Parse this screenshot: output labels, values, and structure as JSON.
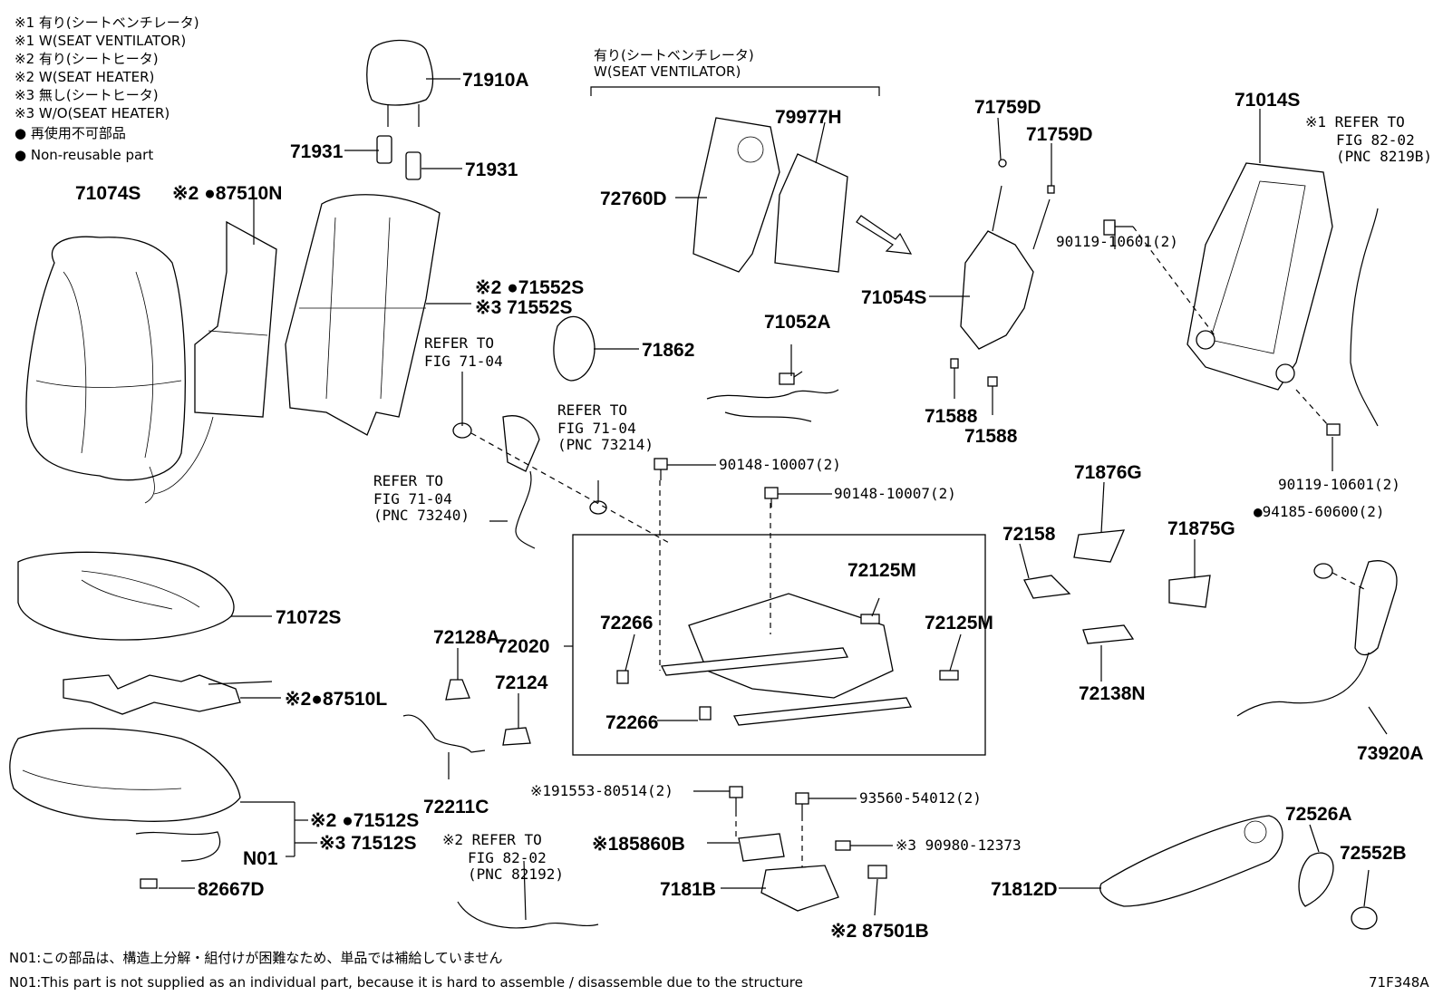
{
  "legend": [
    "※1 有り(シートベンチレータ)",
    "※1 W(SEAT VENTILATOR)",
    "※2 有り(シートヒータ)",
    "※2 W(SEAT HEATER)",
    "※3 無し(シートヒータ)",
    "※3 W/O(SEAT HEATER)",
    "● 再使用不可部品",
    "● Non-reusable part"
  ],
  "group_label": [
    "有り(シートベンチレータ)",
    "W(SEAT VENTILATOR)"
  ],
  "parts": {
    "p71910A": "71910A",
    "p71931a": "71931",
    "p71931b": "71931",
    "p71074S": "71074S",
    "p87510N": "※2 ●87510N",
    "p71552S_2": "※2 ●71552S",
    "p71552S_3": "※3 71552S",
    "p71862": "71862",
    "p72760D": "72760D",
    "p79977H": "79977H",
    "p71759D_a": "71759D",
    "p71759D_b": "71759D",
    "p71054S": "71054S",
    "p71052A": "71052A",
    "p71588a": "71588",
    "p71588b": "71588",
    "p71014S": "71014S",
    "p90119a": "90119-10601(2)",
    "p90119b": "90119-10601(2)",
    "p94185": "●94185-60600(2)",
    "p90148a": "90148-10007(2)",
    "p90148b": "90148-10007(2)",
    "p71876G": "71876G",
    "p72158": "72158",
    "p71875G": "71875G",
    "p72138N": "72138N",
    "p73920A": "73920A",
    "p71072S": "71072S",
    "p87510L": "※2●87510L",
    "p72128A": "72128A",
    "p72020": "72020",
    "p72266a": "72266",
    "p72266b": "72266",
    "p72125Ma": "72125M",
    "p72125Mb": "72125M",
    "p72124": "72124",
    "p72211C": "72211C",
    "p71512S_2": "※2 ●71512S",
    "p71512S_3": "※3 71512S",
    "pN01": "N01",
    "p82667D": "82667D",
    "p191553": "※191553-80514(2)",
    "p93560": "93560-54012(2)",
    "p185860B": "※185860B",
    "p90980": "※3 90980-12373",
    "p7181B": "7181B",
    "p87501B": "※2 87501B",
    "p71812D": "71812D",
    "p72526A": "72526A",
    "p72552B": "72552B"
  },
  "refs": {
    "r1": [
      "REFER TO",
      "FIG 71-04"
    ],
    "r2": [
      "REFER TO",
      "FIG 71-04",
      "(PNC 73214)"
    ],
    "r3": [
      "REFER TO",
      "FIG 71-04",
      "(PNC 73240)"
    ],
    "r4": [
      "※1 REFER TO",
      "FIG 82-02",
      "(PNC 8219B)"
    ],
    "r5": [
      "※2 REFER TO",
      "FIG 82-02",
      "(PNC 82192)"
    ]
  },
  "footer": [
    "N01:この部品は、構造上分解・組付けが困難なため、単品では補給していません",
    "N01:This part is not supplied as an individual part, because it is hard to assemble / disassemble due to the structure"
  ],
  "figure_code": "71F348A"
}
